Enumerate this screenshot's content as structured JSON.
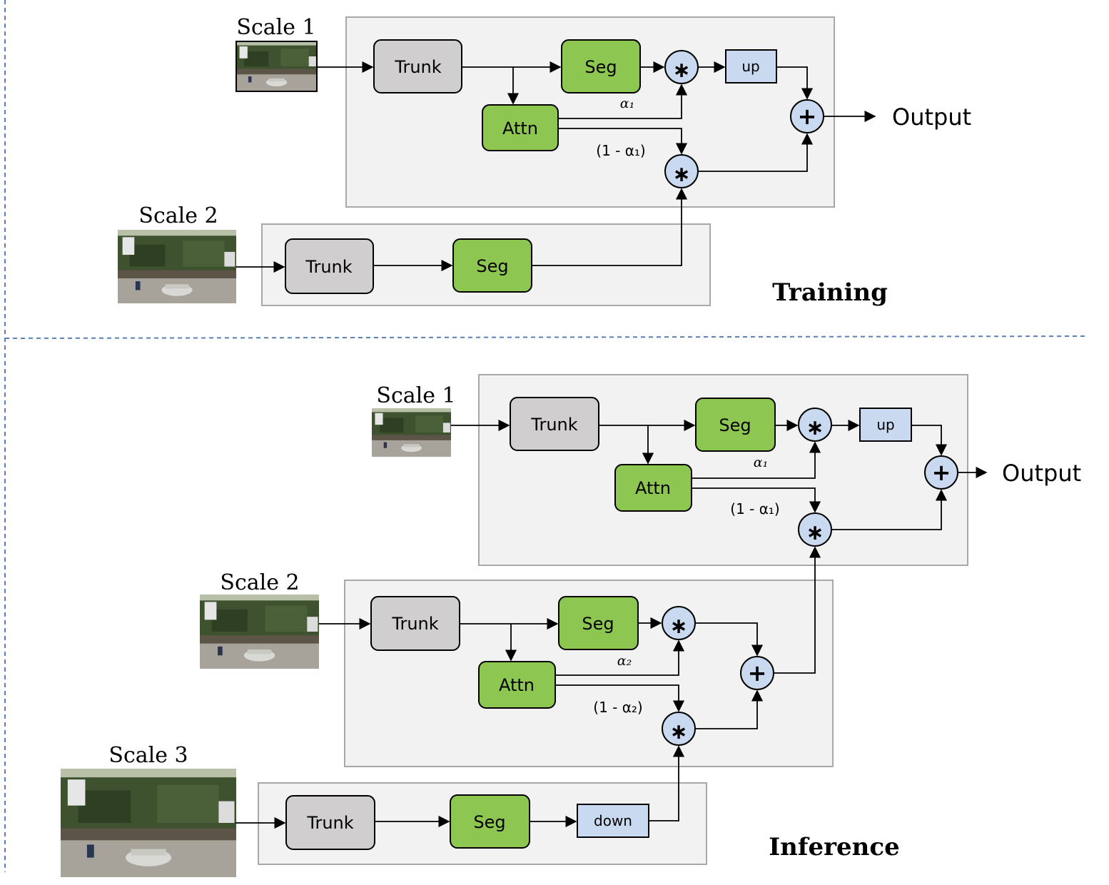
{
  "training": {
    "section_label": "Training",
    "scale1": {
      "label": "Scale 1",
      "trunk": "Trunk",
      "seg": "Seg",
      "attn": "Attn",
      "alpha": "α₁",
      "one_minus_alpha": "(1 - α₁)",
      "up": "up",
      "mult": "∗",
      "add": "+",
      "output": "Output"
    },
    "scale2": {
      "label": "Scale 2",
      "trunk": "Trunk",
      "seg": "Seg"
    }
  },
  "inference": {
    "section_label": "Inference",
    "scale1": {
      "label": "Scale 1",
      "trunk": "Trunk",
      "seg": "Seg",
      "attn": "Attn",
      "alpha": "α₁",
      "one_minus_alpha": "(1 - α₁)",
      "up": "up",
      "mult": "∗",
      "add": "+",
      "output": "Output"
    },
    "scale2": {
      "label": "Scale 2",
      "trunk": "Trunk",
      "seg": "Seg",
      "attn": "Attn",
      "alpha": "α₂",
      "one_minus_alpha": "(1 - α₂)",
      "mult": "∗",
      "add": "+"
    },
    "scale3": {
      "label": "Scale 3",
      "trunk": "Trunk",
      "seg": "Seg",
      "down": "down"
    }
  },
  "colors": {
    "trunk_fill": "#d0cece",
    "seg_fill": "#8dc752",
    "op_fill": "#c9daf0",
    "panel_fill": "#f2f2f2",
    "panel_stroke": "#a8a8a8",
    "divider": "#5b7fb8",
    "image_sky": "#b9c0a8",
    "image_trees": "#3f5230",
    "image_road": "#a7a39a",
    "image_car": "#d8d8d4"
  }
}
